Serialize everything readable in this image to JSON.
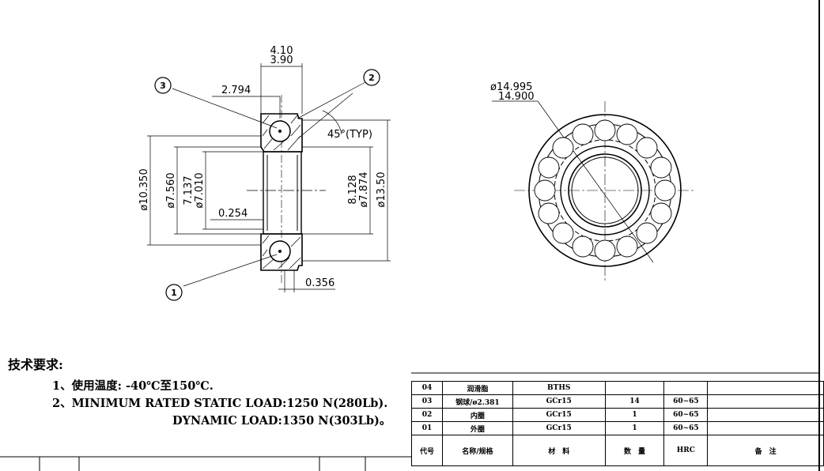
{
  "drawing": {
    "balloons": [
      "1",
      "2",
      "3"
    ],
    "dimensions": {
      "width_upper": "4.10",
      "width_lower": "3.90",
      "ball_offset": "2.794",
      "angle": "45°(TYP)",
      "outer_d": "ø10.350",
      "flange_d": "ø13.50",
      "shoulder_d": "ø7.560",
      "bore_upper": "7.137",
      "bore_lower": "ø7.010",
      "inner_upper": "8.128",
      "inner_lower": "ø7.874",
      "chamfer": "0.254",
      "gap": "0.356",
      "pcd_upper": "ø14.995",
      "pcd_lower": "14.900"
    }
  },
  "notes": {
    "title": "技术要求:",
    "line1": "1、使用温度: -40℃至150℃.",
    "line2": "2、MINIMUM RATED STATIC LOAD:1250 N(280Lb).",
    "line3": "DYNAMIC LOAD:1350 N(303Lb)。"
  },
  "bom": {
    "rows": [
      [
        "04",
        "润滑脂",
        "BTHS",
        "",
        "",
        ""
      ],
      [
        "03",
        "钢球/ø2.381",
        "GCr15",
        "14",
        "60~65",
        ""
      ],
      [
        "02",
        "内圈",
        "GCr15",
        "1",
        "60~65",
        ""
      ],
      [
        "01",
        "外圈",
        "GCr15",
        "1",
        "60~65",
        ""
      ]
    ],
    "header": [
      "代号",
      "名称/规格",
      "材　料",
      "数　量",
      "HRC",
      "备　注"
    ]
  }
}
